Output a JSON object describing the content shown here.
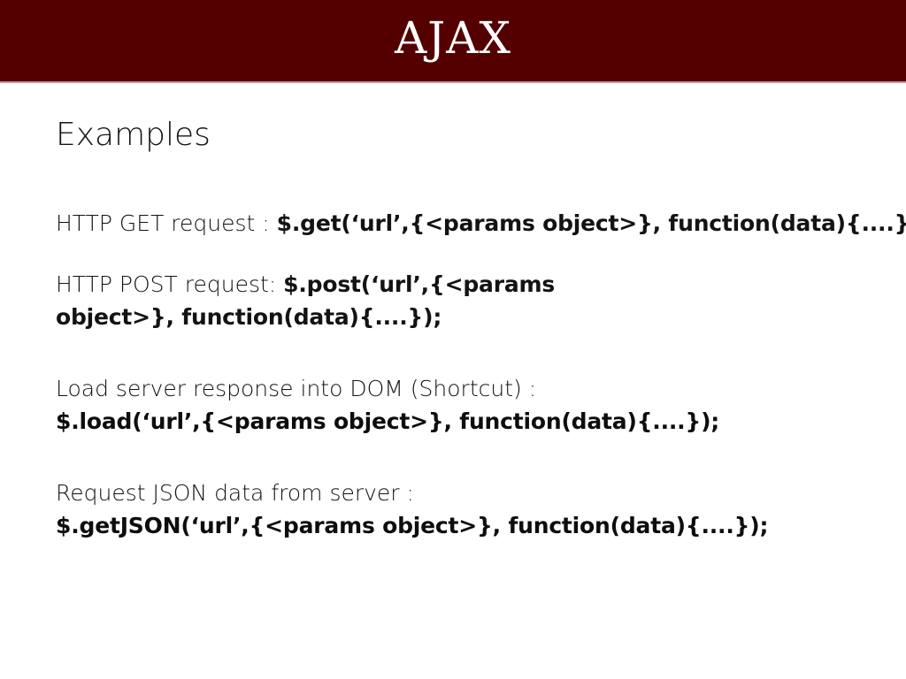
{
  "header": {
    "title": "AJAX",
    "band_color": "#550000",
    "underline_color": "#c79a9a",
    "title_color": "#ffffff"
  },
  "body": {
    "heading": "Examples",
    "text_color": "#131313",
    "blocks": [
      {
        "id": "get",
        "description": "HTTP GET request : ",
        "code": "$.get(‘url’,{<params object>}, function(data){....});",
        "code_on_new_line": false,
        "wrapped": false
      },
      {
        "id": "post",
        "description": "HTTP POST request: ",
        "code": "$.post(‘url’,{<params object>}, function(data){....});",
        "code_on_new_line": false,
        "wrapped": true
      },
      {
        "id": "load",
        "description": "Load server response into DOM (Shortcut) :",
        "code": "$.load(‘url’,{<params object>}, function(data){....});",
        "code_on_new_line": true,
        "wrapped": false
      },
      {
        "id": "json",
        "description": "Request JSON data from server :",
        "code": "$.getJSON(‘url’,{<params object>}, function(data){....});",
        "code_on_new_line": true,
        "wrapped": false
      }
    ]
  }
}
